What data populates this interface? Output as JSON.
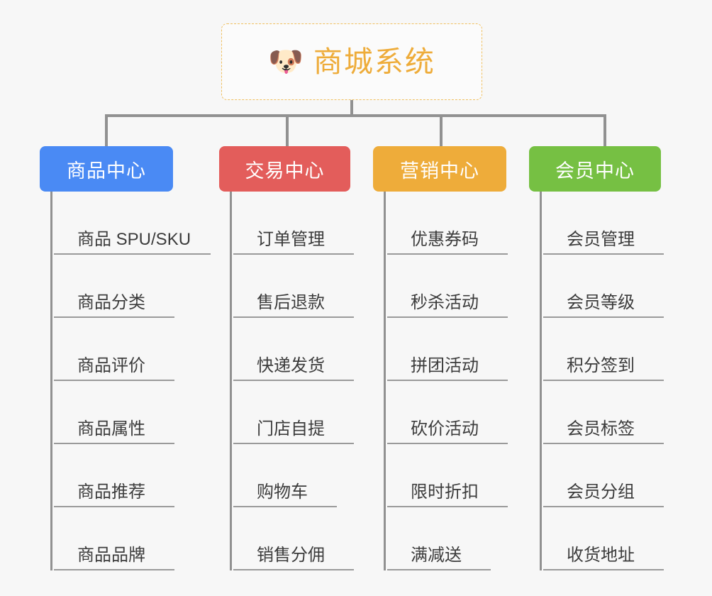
{
  "diagram": {
    "type": "org-tree",
    "background_color": "#f7f7f7",
    "connector_color": "#919191",
    "root": {
      "title": "商城系统",
      "icon": "dog-face-emoji",
      "emoji": "🐶",
      "border_color": "#f0c060",
      "text_color": "#eeac3a",
      "border_style": "dashed"
    },
    "categories": [
      {
        "label": "商品中心",
        "color": "#4a8af4",
        "items": [
          {
            "label": "商品 SPU/SKU",
            "width": "wide"
          },
          {
            "label": "商品分类",
            "width": "medium"
          },
          {
            "label": "商品评价",
            "width": "medium"
          },
          {
            "label": "商品属性",
            "width": "medium"
          },
          {
            "label": "商品推荐",
            "width": "medium"
          },
          {
            "label": "商品品牌",
            "width": "medium"
          }
        ]
      },
      {
        "label": "交易中心",
        "color": "#e35d5b",
        "items": [
          {
            "label": "订单管理",
            "width": "medium"
          },
          {
            "label": "售后退款",
            "width": "medium"
          },
          {
            "label": "快递发货",
            "width": "medium"
          },
          {
            "label": "门店自提",
            "width": "medium"
          },
          {
            "label": "购物车",
            "width": "narrow"
          },
          {
            "label": "销售分佣",
            "width": "medium"
          }
        ]
      },
      {
        "label": "营销中心",
        "color": "#eeac3a",
        "items": [
          {
            "label": "优惠券码",
            "width": "medium"
          },
          {
            "label": "秒杀活动",
            "width": "medium"
          },
          {
            "label": "拼团活动",
            "width": "medium"
          },
          {
            "label": "砍价活动",
            "width": "medium"
          },
          {
            "label": "限时折扣",
            "width": "medium"
          },
          {
            "label": "满减送",
            "width": "narrow"
          }
        ]
      },
      {
        "label": "会员中心",
        "color": "#76c043",
        "items": [
          {
            "label": "会员管理",
            "width": "medium"
          },
          {
            "label": "会员等级",
            "width": "medium"
          },
          {
            "label": "积分签到",
            "width": "medium"
          },
          {
            "label": "会员标签",
            "width": "medium"
          },
          {
            "label": "会员分组",
            "width": "medium"
          },
          {
            "label": "收货地址",
            "width": "medium"
          }
        ]
      }
    ]
  }
}
